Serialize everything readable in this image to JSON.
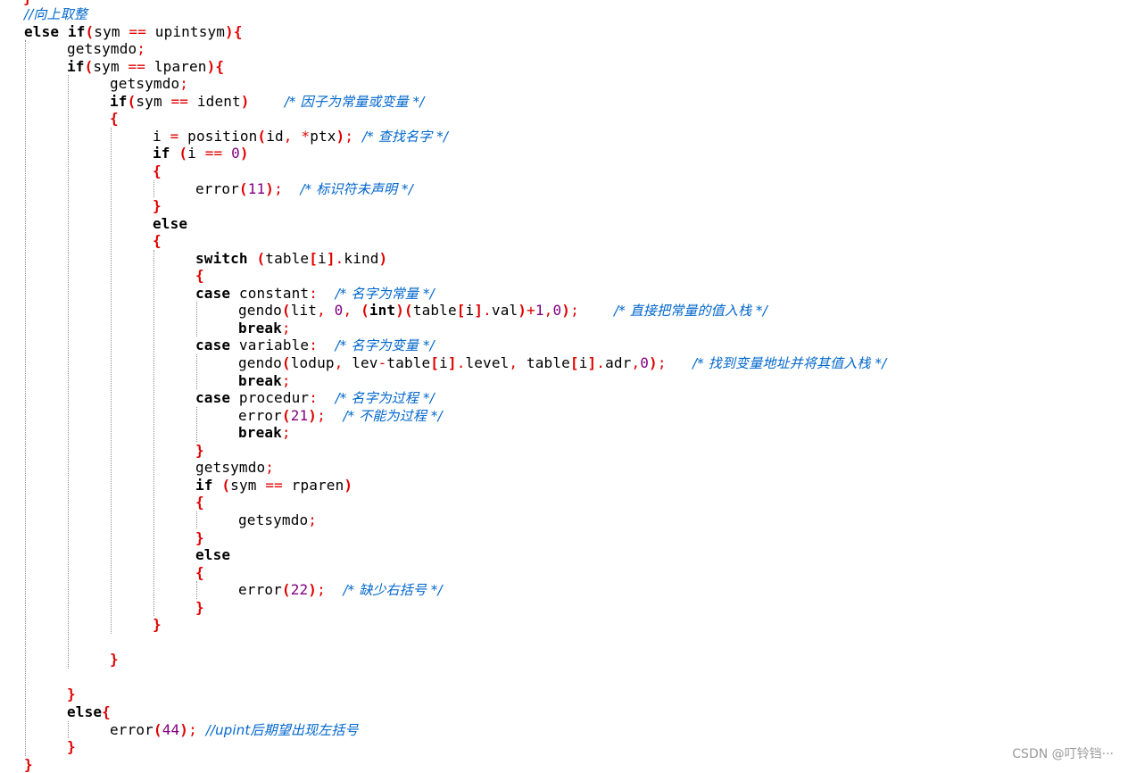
{
  "editor": {
    "lines": [
      {
        "indent": 0,
        "tokens": [
          [
            "cm",
            "//向上取整"
          ]
        ]
      },
      {
        "indent": 0,
        "tokens": [
          [
            "kw",
            "else if"
          ],
          [
            "br",
            "("
          ],
          [
            "id",
            "sym "
          ],
          [
            "op",
            "=="
          ],
          [
            "id",
            " upintsym"
          ],
          [
            "br",
            ")"
          ],
          [
            "br",
            "{"
          ]
        ]
      },
      {
        "indent": 1,
        "tokens": [
          [
            "id",
            "getsymdo"
          ],
          [
            "op",
            ";"
          ]
        ]
      },
      {
        "indent": 1,
        "tokens": [
          [
            "kw",
            "if"
          ],
          [
            "br",
            "("
          ],
          [
            "id",
            "sym "
          ],
          [
            "op",
            "=="
          ],
          [
            "id",
            " lparen"
          ],
          [
            "br",
            ")"
          ],
          [
            "br",
            "{"
          ]
        ]
      },
      {
        "indent": 2,
        "tokens": [
          [
            "id",
            "getsymdo"
          ],
          [
            "op",
            ";"
          ]
        ]
      },
      {
        "indent": 2,
        "tokens": [
          [
            "kw",
            "if"
          ],
          [
            "br",
            "("
          ],
          [
            "id",
            "sym "
          ],
          [
            "op",
            "=="
          ],
          [
            "id",
            " ident"
          ],
          [
            "br",
            ")"
          ],
          [
            "sp",
            "    "
          ],
          [
            "cm",
            "/* 因子为常量或变量 */"
          ]
        ]
      },
      {
        "indent": 2,
        "tokens": [
          [
            "br",
            "{"
          ]
        ]
      },
      {
        "indent": 3,
        "tokens": [
          [
            "id",
            "i "
          ],
          [
            "op",
            "="
          ],
          [
            "id",
            " position"
          ],
          [
            "br",
            "("
          ],
          [
            "id",
            "id"
          ],
          [
            "op",
            ","
          ],
          [
            "id",
            " "
          ],
          [
            "op",
            "*"
          ],
          [
            "id",
            "ptx"
          ],
          [
            "br",
            ")"
          ],
          [
            "op",
            ";"
          ],
          [
            "sp",
            " "
          ],
          [
            "cm",
            "/* 查找名字 */"
          ]
        ]
      },
      {
        "indent": 3,
        "tokens": [
          [
            "kw",
            "if"
          ],
          [
            "id",
            " "
          ],
          [
            "br",
            "("
          ],
          [
            "id",
            "i "
          ],
          [
            "op",
            "=="
          ],
          [
            "id",
            " "
          ],
          [
            "num",
            "0"
          ],
          [
            "br",
            ")"
          ]
        ]
      },
      {
        "indent": 3,
        "tokens": [
          [
            "br",
            "{"
          ]
        ]
      },
      {
        "indent": 4,
        "tokens": [
          [
            "id",
            "error"
          ],
          [
            "br",
            "("
          ],
          [
            "num",
            "11"
          ],
          [
            "br",
            ")"
          ],
          [
            "op",
            ";"
          ],
          [
            "sp",
            "  "
          ],
          [
            "cm",
            "/* 标识符未声明 */"
          ]
        ]
      },
      {
        "indent": 3,
        "tokens": [
          [
            "br",
            "}"
          ]
        ]
      },
      {
        "indent": 3,
        "tokens": [
          [
            "kw",
            "else"
          ]
        ]
      },
      {
        "indent": 3,
        "tokens": [
          [
            "br",
            "{"
          ]
        ]
      },
      {
        "indent": 4,
        "tokens": [
          [
            "kw",
            "switch"
          ],
          [
            "id",
            " "
          ],
          [
            "br",
            "("
          ],
          [
            "id",
            "table"
          ],
          [
            "br",
            "["
          ],
          [
            "id",
            "i"
          ],
          [
            "br",
            "]"
          ],
          [
            "op",
            "."
          ],
          [
            "id",
            "kind"
          ],
          [
            "br",
            ")"
          ]
        ]
      },
      {
        "indent": 4,
        "tokens": [
          [
            "br",
            "{"
          ]
        ]
      },
      {
        "indent": 4,
        "tokens": [
          [
            "kw",
            "case"
          ],
          [
            "id",
            " constant"
          ],
          [
            "op",
            ":"
          ],
          [
            "sp",
            "  "
          ],
          [
            "cm",
            "/* 名字为常量 */"
          ]
        ]
      },
      {
        "indent": 5,
        "tokens": [
          [
            "id",
            "gendo"
          ],
          [
            "br",
            "("
          ],
          [
            "id",
            "lit"
          ],
          [
            "op",
            ","
          ],
          [
            "id",
            " "
          ],
          [
            "num",
            "0"
          ],
          [
            "op",
            ","
          ],
          [
            "id",
            " "
          ],
          [
            "br",
            "("
          ],
          [
            "kw",
            "int"
          ],
          [
            "br",
            ")"
          ],
          [
            "br",
            "("
          ],
          [
            "id",
            "table"
          ],
          [
            "br",
            "["
          ],
          [
            "id",
            "i"
          ],
          [
            "br",
            "]"
          ],
          [
            "op",
            "."
          ],
          [
            "id",
            "val"
          ],
          [
            "br",
            ")"
          ],
          [
            "op",
            "+"
          ],
          [
            "num",
            "1"
          ],
          [
            "op",
            ","
          ],
          [
            "num",
            "0"
          ],
          [
            "br",
            ")"
          ],
          [
            "op",
            ";"
          ],
          [
            "sp",
            "    "
          ],
          [
            "cm",
            "/* 直接把常量的值入栈 */"
          ]
        ]
      },
      {
        "indent": 5,
        "tokens": [
          [
            "kw",
            "break"
          ],
          [
            "op",
            ";"
          ]
        ]
      },
      {
        "indent": 4,
        "tokens": [
          [
            "kw",
            "case"
          ],
          [
            "id",
            " variable"
          ],
          [
            "op",
            ":"
          ],
          [
            "sp",
            "  "
          ],
          [
            "cm",
            "/* 名字为变量 */"
          ]
        ]
      },
      {
        "indent": 5,
        "tokens": [
          [
            "id",
            "gendo"
          ],
          [
            "br",
            "("
          ],
          [
            "id",
            "lodup"
          ],
          [
            "op",
            ","
          ],
          [
            "id",
            " lev"
          ],
          [
            "op",
            "-"
          ],
          [
            "id",
            "table"
          ],
          [
            "br",
            "["
          ],
          [
            "id",
            "i"
          ],
          [
            "br",
            "]"
          ],
          [
            "op",
            "."
          ],
          [
            "id",
            "level"
          ],
          [
            "op",
            ","
          ],
          [
            "id",
            " table"
          ],
          [
            "br",
            "["
          ],
          [
            "id",
            "i"
          ],
          [
            "br",
            "]"
          ],
          [
            "op",
            "."
          ],
          [
            "id",
            "adr"
          ],
          [
            "op",
            ","
          ],
          [
            "num",
            "0"
          ],
          [
            "br",
            ")"
          ],
          [
            "op",
            ";"
          ],
          [
            "sp",
            "   "
          ],
          [
            "cm",
            "/* 找到变量地址并将其值入栈 */"
          ]
        ]
      },
      {
        "indent": 5,
        "tokens": [
          [
            "kw",
            "break"
          ],
          [
            "op",
            ";"
          ]
        ]
      },
      {
        "indent": 4,
        "tokens": [
          [
            "kw",
            "case"
          ],
          [
            "id",
            " procedur"
          ],
          [
            "op",
            ":"
          ],
          [
            "sp",
            "  "
          ],
          [
            "cm",
            "/* 名字为过程 */"
          ]
        ]
      },
      {
        "indent": 5,
        "tokens": [
          [
            "id",
            "error"
          ],
          [
            "br",
            "("
          ],
          [
            "num",
            "21"
          ],
          [
            "br",
            ")"
          ],
          [
            "op",
            ";"
          ],
          [
            "sp",
            "  "
          ],
          [
            "cm",
            "/* 不能为过程 */"
          ]
        ]
      },
      {
        "indent": 5,
        "tokens": [
          [
            "kw",
            "break"
          ],
          [
            "op",
            ";"
          ]
        ]
      },
      {
        "indent": 4,
        "tokens": [
          [
            "br",
            "}"
          ]
        ]
      },
      {
        "indent": 4,
        "tokens": [
          [
            "id",
            "getsymdo"
          ],
          [
            "op",
            ";"
          ]
        ]
      },
      {
        "indent": 4,
        "tokens": [
          [
            "kw",
            "if"
          ],
          [
            "id",
            " "
          ],
          [
            "br",
            "("
          ],
          [
            "id",
            "sym "
          ],
          [
            "op",
            "=="
          ],
          [
            "id",
            " rparen"
          ],
          [
            "br",
            ")"
          ]
        ]
      },
      {
        "indent": 4,
        "tokens": [
          [
            "br",
            "{"
          ]
        ]
      },
      {
        "indent": 5,
        "tokens": [
          [
            "id",
            "getsymdo"
          ],
          [
            "op",
            ";"
          ]
        ]
      },
      {
        "indent": 4,
        "tokens": [
          [
            "br",
            "}"
          ]
        ]
      },
      {
        "indent": 4,
        "tokens": [
          [
            "kw",
            "else"
          ]
        ]
      },
      {
        "indent": 4,
        "tokens": [
          [
            "br",
            "{"
          ]
        ]
      },
      {
        "indent": 5,
        "tokens": [
          [
            "id",
            "error"
          ],
          [
            "br",
            "("
          ],
          [
            "num",
            "22"
          ],
          [
            "br",
            ")"
          ],
          [
            "op",
            ";"
          ],
          [
            "sp",
            "  "
          ],
          [
            "cm",
            "/* 缺少右括号 */"
          ]
        ]
      },
      {
        "indent": 4,
        "tokens": [
          [
            "br",
            "}"
          ]
        ]
      },
      {
        "indent": 3,
        "tokens": [
          [
            "br",
            "}"
          ]
        ]
      },
      {
        "indent": 2,
        "tokens": []
      },
      {
        "indent": 2,
        "tokens": [
          [
            "br",
            "}"
          ]
        ]
      },
      {
        "indent": 1,
        "tokens": []
      },
      {
        "indent": 1,
        "tokens": [
          [
            "br",
            "}"
          ]
        ]
      },
      {
        "indent": 1,
        "tokens": [
          [
            "kw",
            "else"
          ],
          [
            "br",
            "{"
          ]
        ]
      },
      {
        "indent": 2,
        "tokens": [
          [
            "id",
            "error"
          ],
          [
            "br",
            "("
          ],
          [
            "num",
            "44"
          ],
          [
            "br",
            ")"
          ],
          [
            "op",
            ";"
          ],
          [
            "sp",
            " "
          ],
          [
            "cm",
            "//upint后期望出现左括号"
          ]
        ]
      },
      {
        "indent": 1,
        "tokens": [
          [
            "br",
            "}"
          ]
        ]
      },
      {
        "indent": 0,
        "tokens": [
          [
            "br",
            "}"
          ]
        ]
      }
    ]
  },
  "colors": {
    "keyword": "#000000",
    "bracket": "#e00000",
    "number": "#800080",
    "comment": "#0066cc"
  },
  "watermark": "CSDN @叮铃铛···"
}
